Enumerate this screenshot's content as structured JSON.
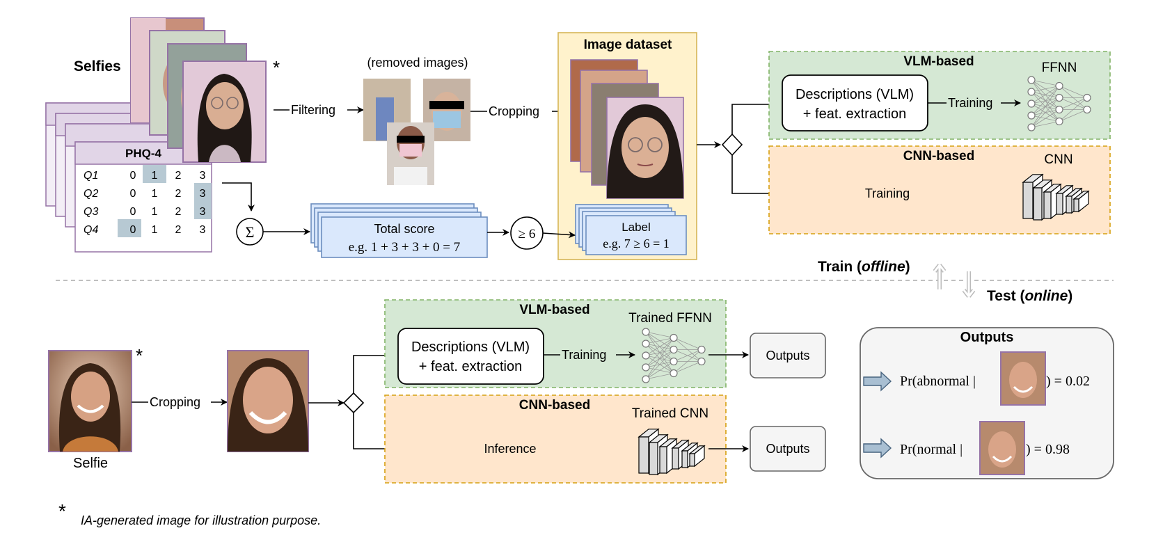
{
  "selfies_label": "Selfies",
  "phq": {
    "title": "PHQ-4",
    "questions": [
      "Q1",
      "Q2",
      "Q3",
      "Q4"
    ],
    "options": [
      "0",
      "1",
      "2",
      "3"
    ],
    "selected": [
      "1",
      "3",
      "3",
      "0"
    ]
  },
  "steps": {
    "filtering": "Filtering",
    "removed_images": "(removed images)",
    "cropping": "Cropping",
    "image_dataset": "Image dataset",
    "total_score": "Total score",
    "total_score_example": "e.g. 1 + 3 + 3 + 0 = 7",
    "threshold": "≥ 6",
    "label": "Label",
    "label_example": "e.g. 7 ≥ 6 = 1",
    "sum_symbol": "Σ"
  },
  "train": {
    "vlm_title": "VLM-based",
    "vlm_box": [
      "Descriptions (VLM)",
      "+ feat. extraction"
    ],
    "training": "Training",
    "ffnn": "FFNN",
    "cnn_title": "CNN-based",
    "cnn": "CNN",
    "cnn_training": "Training"
  },
  "phase": {
    "train_prefix": "Train (",
    "train_word": "offline",
    "train_suffix": ")",
    "test_prefix": "Test (",
    "test_word": "online",
    "test_suffix": ")"
  },
  "test": {
    "selfie": "Selfie",
    "cropping": "Cropping",
    "vlm_title": "VLM-based",
    "vlm_box": [
      "Descriptions (VLM)",
      "+ feat. extraction"
    ],
    "training": "Training",
    "trained_ffnn": "Trained FFNN",
    "outputs": "Outputs",
    "cnn_title": "CNN-based",
    "trained_cnn": "Trained CNN",
    "inference": "Inference"
  },
  "outputs_panel": {
    "title": "Outputs",
    "row1_prefix": "Pr(abnormal |",
    "row1_suffix": ") = 0.02",
    "row2_prefix": "Pr(normal |",
    "row2_suffix": ") = 0.98"
  },
  "asterisk": "*",
  "footnote": "IA-generated image for illustration purpose.",
  "colors": {
    "green_fill": "#d5e8d4",
    "green_border": "#82b366",
    "green_text": "#2e9c33",
    "orange_fill": "#ffe6cc",
    "orange_border": "#d6a010",
    "orange_text": "#e0a000",
    "yellow_fill": "#fff2cc",
    "yellow_border": "#d6b656",
    "yellow_text": "#d6b656",
    "blue_fill": "#dae8fc",
    "blue_border": "#6c8ebf",
    "purple": "#9673a6",
    "purple_fill": "#e1d5e7"
  }
}
